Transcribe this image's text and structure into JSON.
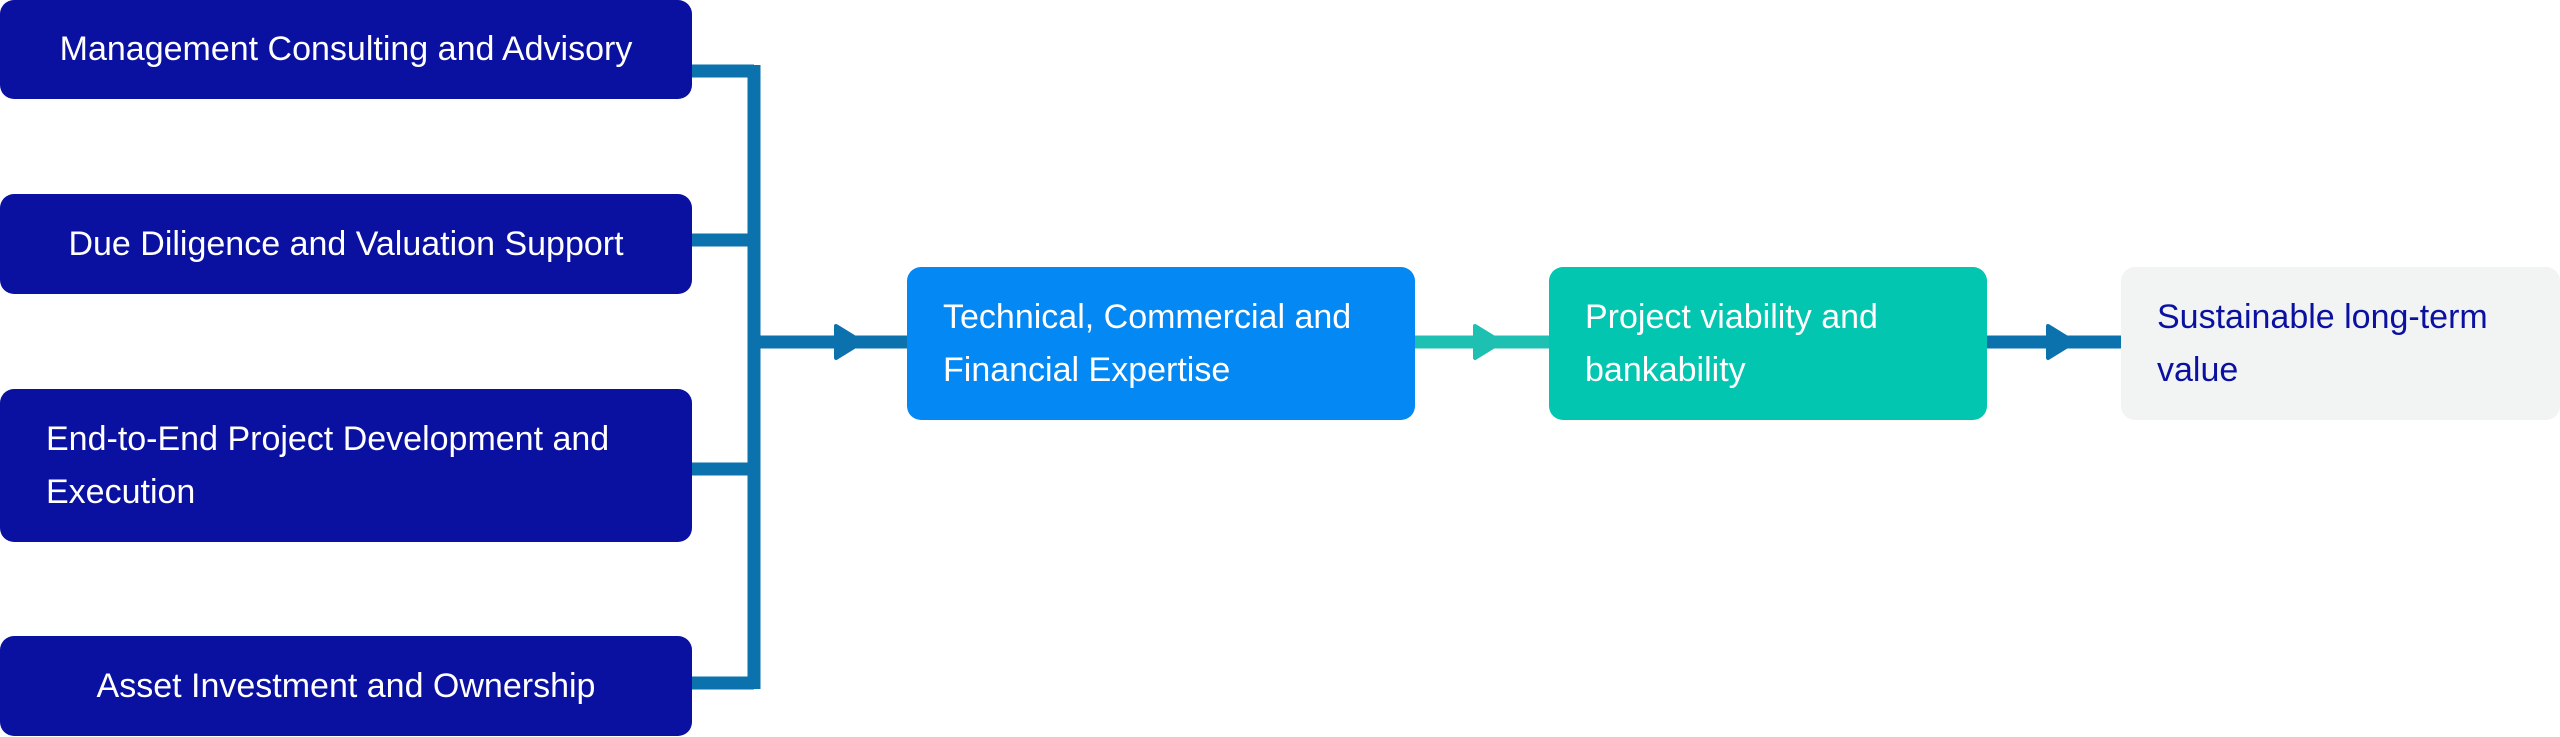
{
  "services": [
    {
      "label": "Management Consulting and Advisory"
    },
    {
      "label": "Due Diligence and Valuation Support"
    },
    {
      "label": "End-to-End Project Development and Execution"
    },
    {
      "label": "Asset Investment and Ownership"
    }
  ],
  "flow": [
    {
      "label": "Technical, Commercial and Financial Expertise"
    },
    {
      "label": "Project viability and bankability"
    },
    {
      "label": "Sustainable long-term value"
    }
  ],
  "colors": {
    "service_fill": "#0a10a0",
    "connector": "#0b72ad",
    "expertise_fill": "#0488f4",
    "viability_fill": "#02c6b0",
    "value_fill": "#f2f3f3",
    "viability_arrow": "#1ec0b2"
  }
}
